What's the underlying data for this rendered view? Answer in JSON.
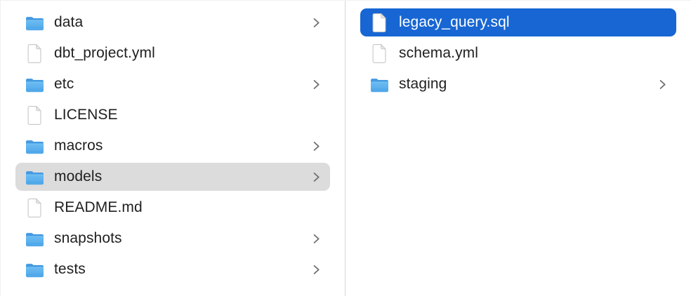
{
  "app": "finder-column-view",
  "colors": {
    "selection_active": "#1766d3",
    "selection_inactive": "#dcdcdc",
    "divider": "#d8d8d8",
    "text": "#1f1f1f",
    "selected_text": "#ffffff",
    "chevron": "#6e6e6e",
    "folder_back": "#449ae1",
    "folder_front_top": "#6cbcf2",
    "folder_front_bottom": "#4ea7e9",
    "file_fill": "#ffffff",
    "file_border": "#c6c6c6",
    "file_fold": "#e9e9e9"
  },
  "columns": [
    {
      "id": "left",
      "items": [
        {
          "label": "data",
          "icon": "folder-icon",
          "chevron": true,
          "selected": "none"
        },
        {
          "label": "dbt_project.yml",
          "icon": "file-icon",
          "chevron": false,
          "selected": "none"
        },
        {
          "label": "etc",
          "icon": "folder-icon",
          "chevron": true,
          "selected": "none"
        },
        {
          "label": "LICENSE",
          "icon": "file-icon",
          "chevron": false,
          "selected": "none"
        },
        {
          "label": "macros",
          "icon": "folder-icon",
          "chevron": true,
          "selected": "none"
        },
        {
          "label": "models",
          "icon": "folder-icon",
          "chevron": true,
          "selected": "inactive"
        },
        {
          "label": "README.md",
          "icon": "file-icon",
          "chevron": false,
          "selected": "none"
        },
        {
          "label": "snapshots",
          "icon": "folder-icon",
          "chevron": true,
          "selected": "none"
        },
        {
          "label": "tests",
          "icon": "folder-icon",
          "chevron": true,
          "selected": "none"
        }
      ]
    },
    {
      "id": "right",
      "items": [
        {
          "label": "legacy_query.sql",
          "icon": "file-icon",
          "chevron": false,
          "selected": "active"
        },
        {
          "label": "schema.yml",
          "icon": "file-icon",
          "chevron": false,
          "selected": "none"
        },
        {
          "label": "staging",
          "icon": "folder-icon",
          "chevron": true,
          "selected": "none"
        }
      ]
    }
  ]
}
